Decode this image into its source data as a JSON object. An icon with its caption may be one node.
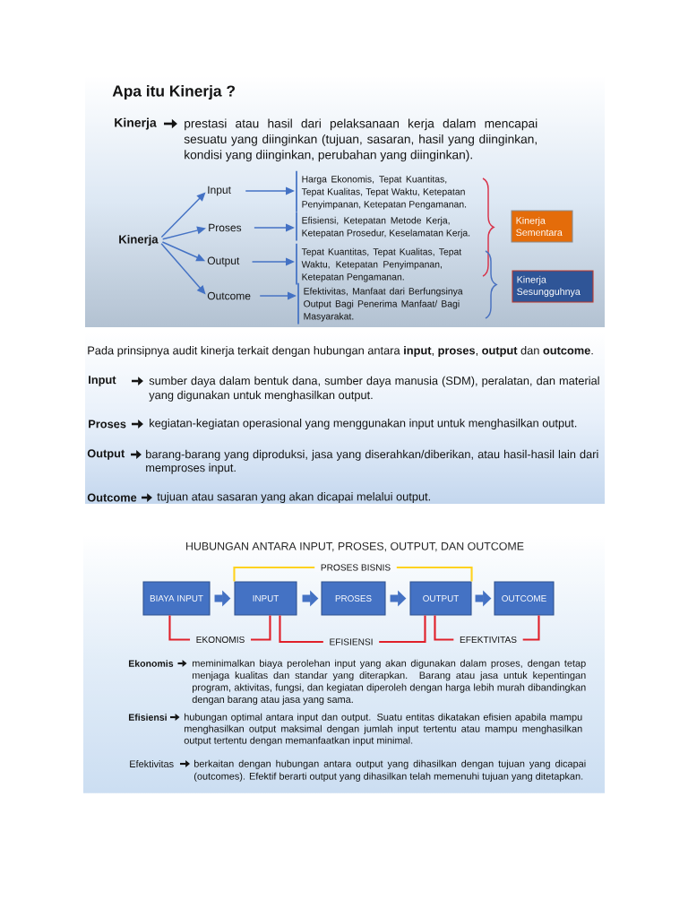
{
  "diagram": {
    "title": "Apa itu Kinerja ?",
    "nodes": [
      {
        "text": [
          "Kinerja"
        ]
      },
      {
        "text": [
          "Input"
        ]
      },
      {
        "text": [
          "Proses"
        ]
      },
      {
        "text": [
          "Output"
        ]
      },
      {
        "text": [
          "Outcome"
        ]
      },
      {
        "text": [
          "Harga Ekonomis, Tepat Kuantitas, Tepat Kualitas, Tepat Waktu, Ketepatan Penyimpanan, Ketepatan Pengamanan."
        ]
      },
      {
        "text": [
          "Efisiensi, Ketepatan Metode Kerja, Ketepatan Prosedur, Keselamatan Kerja."
        ]
      },
      {
        "text": [
          "Tepat Kuantitas, Tepat Kualitas, Tepat Waktu, Ketepatan Penyimpanan, Ketepatan Pengamanan."
        ]
      },
      {
        "text": [
          "Efektivitas, Manfaat dari Berfungsinya Output Bagi Penerima Manfaat/ Bagi Masyarakat."
        ]
      },
      {
        "text": [
          "Kinerja Sementara"
        ]
      },
      {
        "text": [
          "Kinerja Sesungguhnya"
        ]
      },
      {
        "text": [
          "BIAYA INPUT"
        ]
      },
      {
        "text": [
          "INPUT"
        ]
      },
      {
        "text": [
          "PROSES"
        ]
      },
      {
        "text": [
          "OUTPUT"
        ]
      },
      {
        "text": [
          "OUTCOME"
        ]
      }
    ],
    "edges": [
      {
        "from": 0,
        "to": 1,
        "arrow": "to"
      },
      {
        "from": 0,
        "to": 2,
        "arrow": "to"
      },
      {
        "from": 0,
        "to": 3,
        "arrow": "to"
      },
      {
        "from": 0,
        "to": 4,
        "arrow": "to"
      },
      {
        "from": 1,
        "to": 5,
        "arrow": "to"
      },
      {
        "from": 2,
        "to": 6,
        "arrow": "to"
      },
      {
        "from": 3,
        "to": 7,
        "arrow": "to"
      },
      {
        "from": 4,
        "to": 8,
        "arrow": "to"
      },
      {
        "from": 11,
        "to": 12,
        "arrow": "to",
        "style": "thick"
      },
      {
        "from": 12,
        "to": 13,
        "arrow": "to",
        "style": "thick"
      },
      {
        "from": 13,
        "to": 14,
        "arrow": "to",
        "style": "thick"
      },
      {
        "from": 14,
        "to": 15,
        "arrow": "to",
        "style": "thick"
      },
      {
        "from": 12,
        "to": 14,
        "arrow": "none",
        "label": "PROSES BISNIS",
        "color": "#ffd21f"
      },
      {
        "from": 11,
        "to": 12,
        "arrow": "none",
        "label": "EKONOMIS",
        "color": "#e0202a"
      },
      {
        "from": 12,
        "to": 14,
        "arrow": "none",
        "label": "EFISIENSI",
        "color": "#e0202a"
      },
      {
        "from": 14,
        "to": 15,
        "arrow": "none",
        "label": "EFEKTIVITAS",
        "color": "#e0202a"
      }
    ],
    "labels": [
      "Kinerja",
      "prestasi atau hasil dari pelaksanaan kerja dalam mencapai sesuatu yang diinginkan (tujuan, sasaran, hasil yang diinginkan, kondisi yang diinginkan, perubahan yang diinginkan).",
      "Pada prinsipnya audit kinerja terkait dengan hubungan antara **input**, **proses**, **output** dan **outcome**.",
      "Input",
      "sumber daya dalam bentuk dana, sumber daya manusia (SDM), peralatan, dan material yang digunakan untuk menghasilkan output.",
      "Proses",
      "kegiatan-kegiatan operasional yang menggunakan input untuk menghasilkan output.",
      "Output",
      "barang-barang yang diproduksi, jasa yang diserahkan/diberikan, atau hasil-hasil lain dari memproses input.",
      "Outcome",
      "tujuan atau sasaran yang akan dicapai melalui output.",
      "HUBUNGAN ANTARA INPUT, PROSES, OUTPUT, DAN OUTCOME",
      "Ekonomis",
      "meminimalkan biaya perolehan input yang akan digunakan dalam proses, dengan tetap menjaga kualitas dan standar yang diterapkan. Barang atau jasa untuk kepentingan program, aktivitas, fungsi, dan kegiatan diperoleh dengan harga lebih murah dibandingkan dengan barang atau jasa yang sama.",
      "Efisiensi",
      "hubungan optimal antara input dan output. Suatu entitas dikatakan efisien apabila mampu menghasilkan output maksimal dengan jumlah input tertentu atau mampu menghasilkan output tertentu dengan memanfaatkan input minimal.",
      "Efektivitas",
      "berkaitan dengan hubungan antara output yang dihasilkan dengan tujuan yang dicapai (outcomes). Efektif berarti output yang dihasilkan telah memenuhi tujuan yang ditetapkan."
    ]
  }
}
